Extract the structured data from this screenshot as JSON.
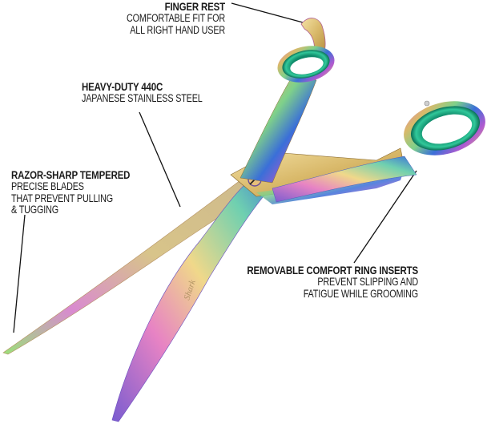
{
  "image": {
    "subject": "rainbow titanium curved grooming shears",
    "brand_mark": "Shark",
    "colors": {
      "background": "#ffffff",
      "text": "#1a1a1a",
      "pointer_line": "#111111",
      "ring_insert": "#1fae8a",
      "gold": "#d9b96a",
      "purple": "#b05ad0",
      "blue": "#3a6fd8",
      "pink": "#e77fb8"
    }
  },
  "callouts": [
    {
      "id": "finger-rest",
      "title": "FINGER REST",
      "lines": [
        "COMFORTABLE FIT FOR",
        "ALL RIGHT HAND USER"
      ]
    },
    {
      "id": "steel",
      "title": "HEAVY-DUTY 440C",
      "lines": [
        "JAPANESE STAINLESS STEEL"
      ]
    },
    {
      "id": "razor",
      "title": "RAZOR-SHARP TEMPERED",
      "lines": [
        "PRECISE BLADES",
        "THAT PREVENT PULLING",
        "& TUGGING"
      ]
    },
    {
      "id": "rings",
      "title": "REMOVABLE COMFORT RING INSERTS",
      "lines": [
        "PREVENT SLIPPING AND",
        "FATIGUE WHILE GROOMING"
      ]
    }
  ]
}
